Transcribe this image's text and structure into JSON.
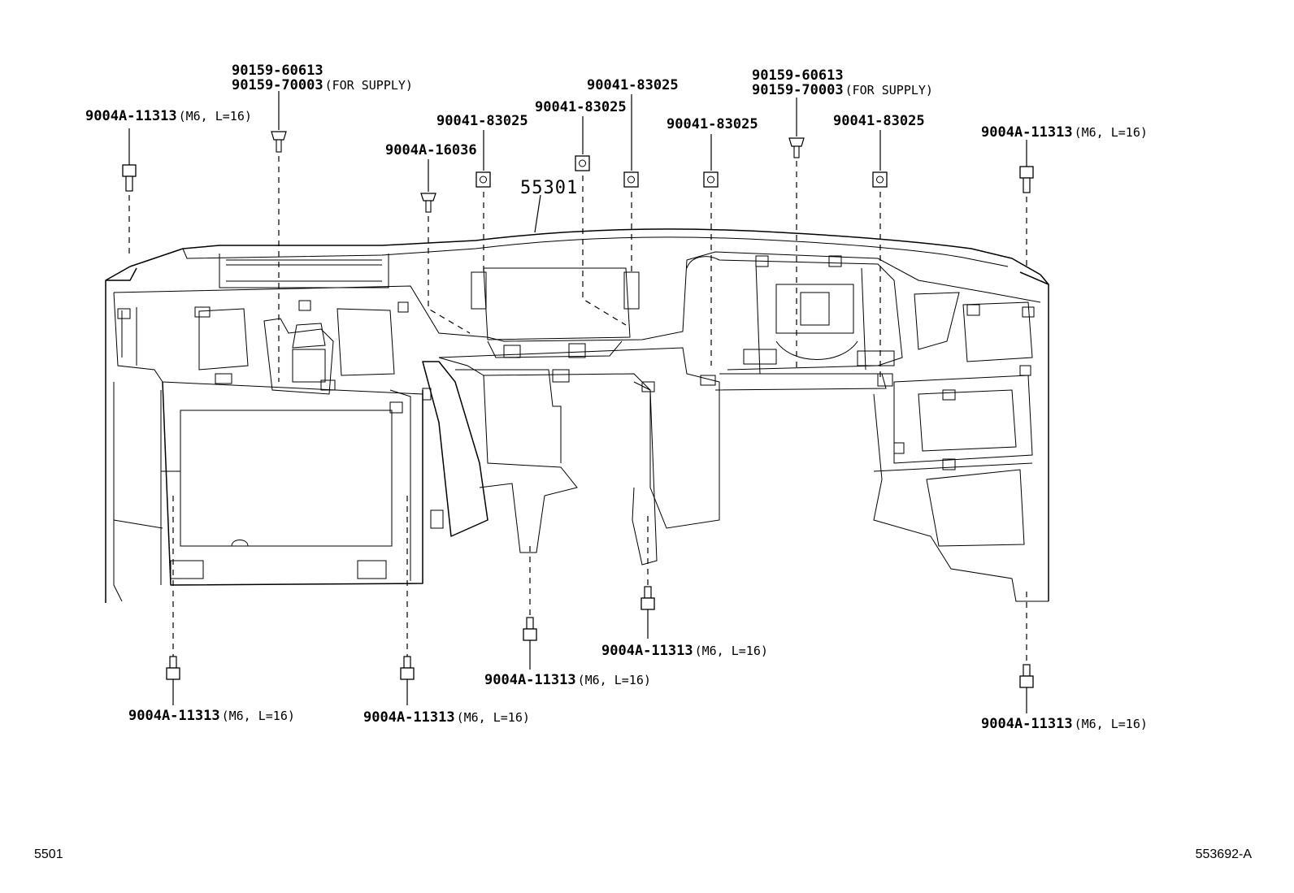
{
  "diagram": {
    "main_part": "55301",
    "labels": [
      {
        "id": "bolt-top-left",
        "code": "9004A-11313",
        "suffix": "(M6, L=16)"
      },
      {
        "id": "screw-top-left-a",
        "code": "90159-60613",
        "suffix": ""
      },
      {
        "id": "screw-top-left-b",
        "code": "90159-70003",
        "suffix": "(FOR SUPPLY)"
      },
      {
        "id": "clip-1",
        "code": "9004A-16036",
        "suffix": ""
      },
      {
        "id": "nut-1",
        "code": "90041-83025",
        "suffix": ""
      },
      {
        "id": "nut-2",
        "code": "90041-83025",
        "suffix": ""
      },
      {
        "id": "nut-3",
        "code": "90041-83025",
        "suffix": ""
      },
      {
        "id": "nut-4",
        "code": "90041-83025",
        "suffix": ""
      },
      {
        "id": "screw-top-right-a",
        "code": "90159-60613",
        "suffix": ""
      },
      {
        "id": "screw-top-right-b",
        "code": "90159-70003",
        "suffix": "(FOR SUPPLY)"
      },
      {
        "id": "nut-5",
        "code": "90041-83025",
        "suffix": ""
      },
      {
        "id": "bolt-top-right",
        "code": "9004A-11313",
        "suffix": "(M6, L=16)"
      },
      {
        "id": "bolt-bottom-1",
        "code": "9004A-11313",
        "suffix": "(M6, L=16)"
      },
      {
        "id": "bolt-bottom-2",
        "code": "9004A-11313",
        "suffix": "(M6, L=16)"
      },
      {
        "id": "bolt-bottom-3",
        "code": "9004A-11313",
        "suffix": "(M6, L=16)"
      },
      {
        "id": "bolt-bottom-4",
        "code": "9004A-11313",
        "suffix": "(M6, L=16)"
      },
      {
        "id": "bolt-bottom-5",
        "code": "9004A-11313",
        "suffix": "(M6, L=16)"
      }
    ]
  },
  "footer": {
    "left": "5501",
    "right": "553692-A"
  }
}
